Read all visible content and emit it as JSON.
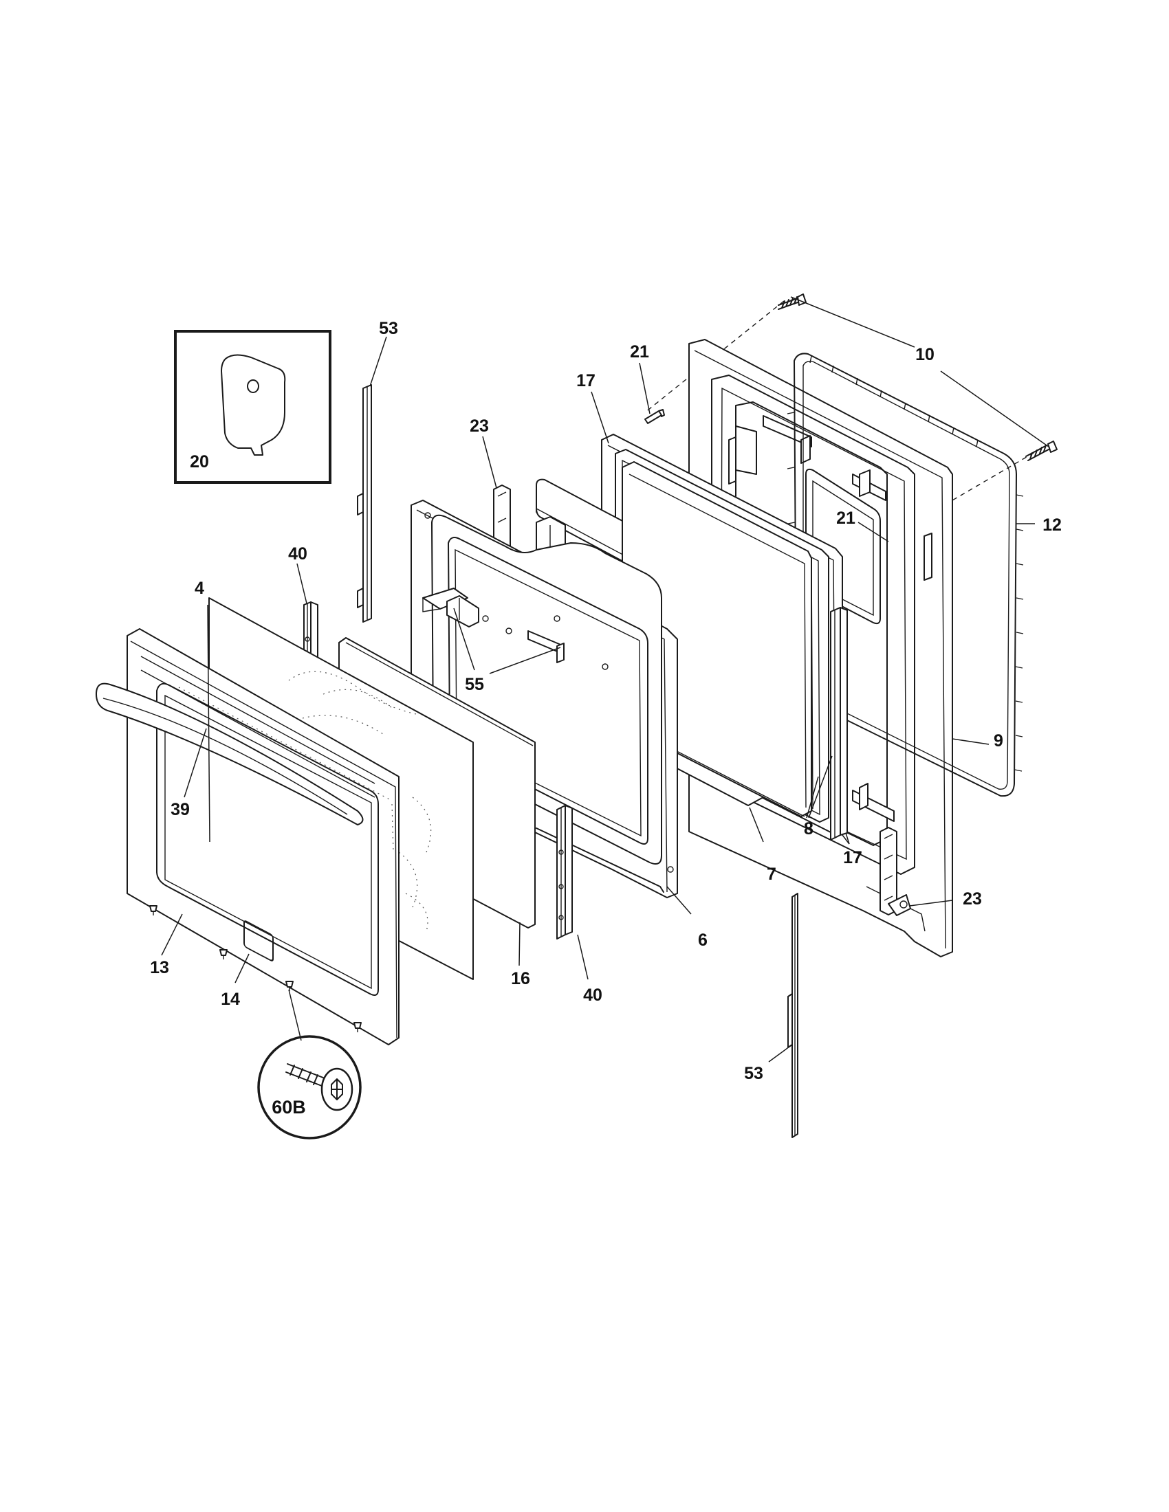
{
  "callouts": {
    "c53_top": "53",
    "c20": "20",
    "c21_top": "21",
    "c10": "10",
    "c17_top": "17",
    "c23_top": "23",
    "c12": "12",
    "c21_mid": "21",
    "c40_top": "40",
    "c4": "4",
    "c55": "55",
    "c9": "9",
    "c39": "39",
    "c8": "8",
    "c17_bot": "17",
    "c7": "7",
    "c23_bot": "23",
    "c6": "6",
    "c13": "13",
    "c16": "16",
    "c14": "14",
    "c40_bot": "40",
    "c60B": "60B",
    "c53_bot": "53"
  }
}
